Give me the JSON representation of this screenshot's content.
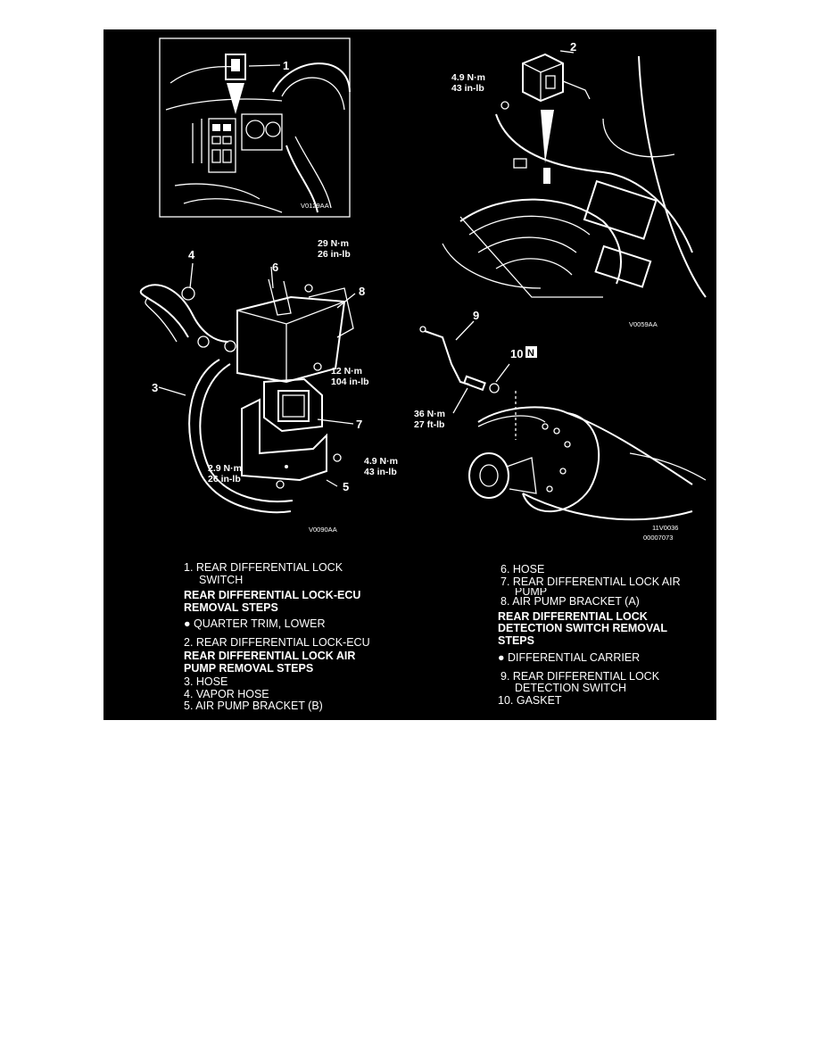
{
  "diagram": {
    "inset_code": "V0129AA",
    "ecu_code": "V0059AA",
    "pump_code": "V0090AA",
    "detect_code_1": "11V0036",
    "detect_code_2": "00007073",
    "callouts": {
      "c1": "1",
      "c2": "2",
      "c3": "3",
      "c4": "4",
      "c5": "5",
      "c6": "6",
      "c7": "7",
      "c8": "8",
      "c9": "9",
      "c10": "10"
    },
    "gasket_badge": "N",
    "torque": {
      "ecu": [
        "4.9 N·m",
        "43 in-lb"
      ],
      "pump_top": [
        "29 N·m",
        "26 in-lb"
      ],
      "pump_mid": [
        "12 N·m",
        "104 in-lb"
      ],
      "pump_low_right": [
        "4.9 N·m",
        "43 in-lb"
      ],
      "pump_low_left": [
        "2.9 N·m",
        "26 in-lb"
      ],
      "detect": [
        "36 N·m",
        "27 ft-lb"
      ]
    }
  },
  "steps_left": {
    "item1_a": "1. REAR DIFFERENTIAL LOCK",
    "item1_b": "SWITCH",
    "hdr1_a": "REAR DIFFERENTIAL LOCK-ECU",
    "hdr1_b": "REMOVAL STEPS",
    "bullet1": "●  QUARTER TRIM, LOWER",
    "item2": "2. REAR DIFFERENTIAL LOCK-ECU",
    "hdr2_a": "REAR DIFFERENTIAL LOCK AIR",
    "hdr2_b": "PUMP REMOVAL STEPS",
    "item3": "3. HOSE",
    "item4": "4. VAPOR HOSE",
    "item5": "5. AIR PUMP BRACKET (B)"
  },
  "steps_right": {
    "item6": "6. HOSE",
    "item7_a": "7. REAR DIFFERENTIAL LOCK AIR",
    "item7_b": "PUMP",
    "item8": "8. AIR PUMP BRACKET (A)",
    "hdr3_a": "REAR DIFFERENTIAL LOCK",
    "hdr3_b": "DETECTION SWITCH REMOVAL",
    "hdr3_c": "STEPS",
    "bullet2": "●  DIFFERENTIAL CARRIER",
    "item9_a": "9. REAR DIFFERENTIAL LOCK",
    "item9_b": "DETECTION SWITCH",
    "item10": "10. GASKET"
  }
}
